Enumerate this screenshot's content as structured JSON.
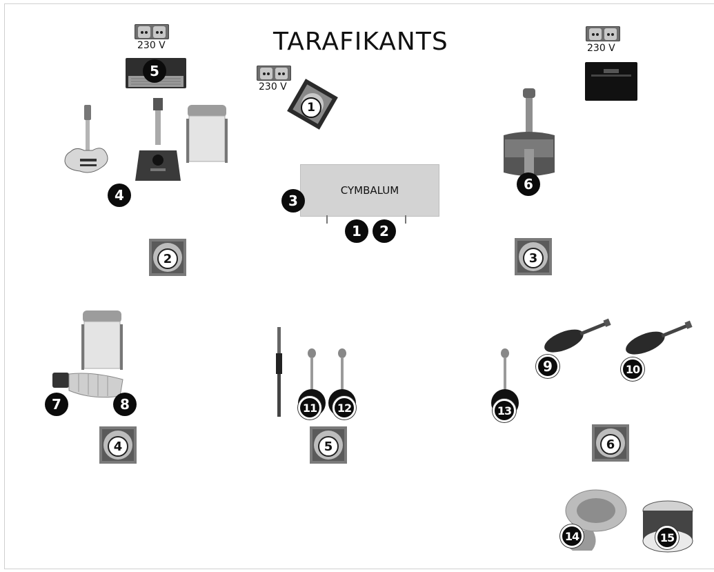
{
  "title": "TARAFIKANTS",
  "power": {
    "label": "230 V"
  },
  "cymbalum_label": "CYMBALUM",
  "markers": {
    "amp_left": "5",
    "wedge_top": "1",
    "guitar_left": "4",
    "cymbalum_side": "3",
    "cymbalum_mic1": "1",
    "cymbalum_mic2": "2",
    "bass_right": "6",
    "accordion_a": "7",
    "accordion_b": "8",
    "mic11": "11",
    "mic12": "12",
    "mic13": "13",
    "violin9": "9",
    "violin10": "10",
    "tuba14": "14",
    "drum15": "15"
  },
  "monitors": [
    "2",
    "3",
    "4",
    "5",
    "6"
  ],
  "icons": [
    "power-outlet-icon",
    "amplifier-icon",
    "electric-guitar-icon",
    "acoustic-guitar-icon",
    "chair-icon",
    "monitor-wedge-icon",
    "double-bass-icon",
    "accordion-icon",
    "microphone-icon",
    "violin-icon",
    "tuba-icon",
    "bass-drum-icon"
  ]
}
